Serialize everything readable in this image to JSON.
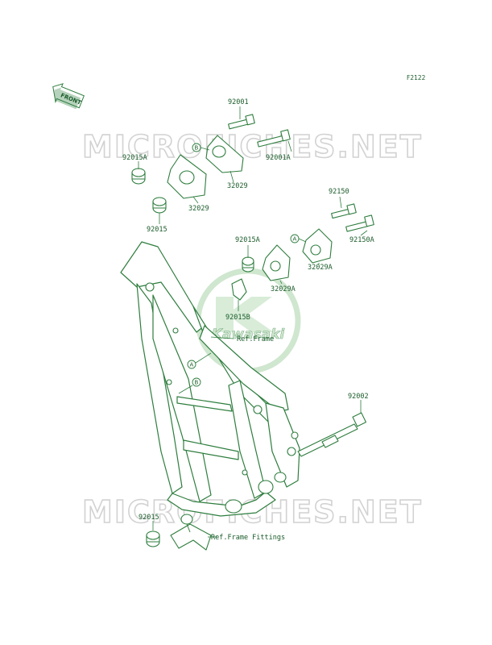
{
  "figure_id": "F2122",
  "front_badge": "FRONT",
  "watermark_text": "MICROFICHES.NET",
  "logo_text": "Kawasaki",
  "callouts": {
    "a": "A",
    "b": "B"
  },
  "labels": {
    "p92001": "92001",
    "p92001A": "92001A",
    "p92015A_top": "92015A",
    "p32029_upper": "32029",
    "p32029_lower": "32029",
    "p92015_top": "92015",
    "p92150": "92150",
    "p92150A": "92150A",
    "p92015A_mid": "92015A",
    "p32029A_upper": "32029A",
    "p32029A_lower": "32029A",
    "p92015B": "92015B",
    "p92002": "92002",
    "p92015_bottom": "92015"
  },
  "refs": {
    "frame": "Ref.Frame",
    "frame_fittings": "Ref.Frame Fittings"
  },
  "colors": {
    "line": "#2e7d3e",
    "text": "#1a5c2a",
    "watermark": "#d2d2d2",
    "logo": "#cfe6cf"
  }
}
